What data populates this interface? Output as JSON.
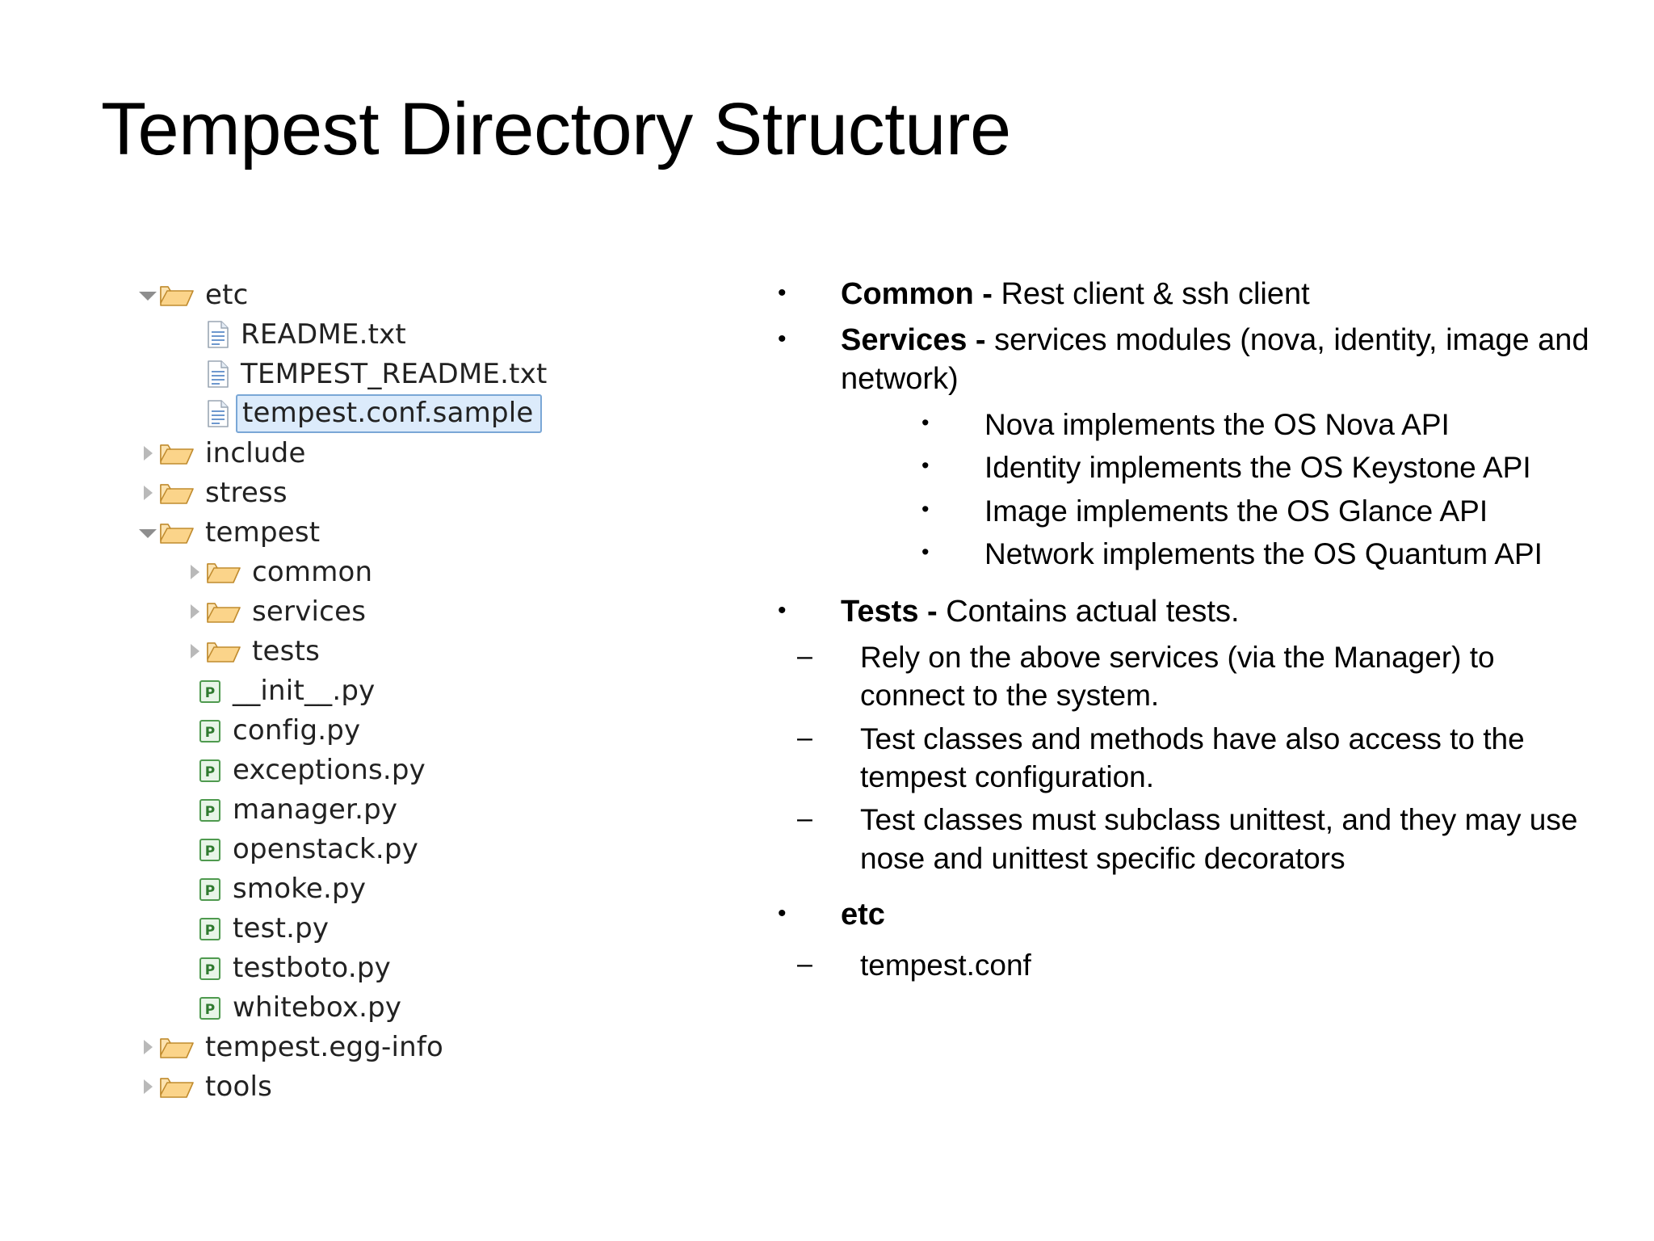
{
  "slide": {
    "title": "Tempest Directory Structure"
  },
  "tree": {
    "items": [
      {
        "label": "etc",
        "icon": "folder-icon",
        "state": "expanded",
        "level": 1,
        "selected": false
      },
      {
        "label": "README.txt",
        "icon": "text-file-icon",
        "state": "leaf",
        "level": 2,
        "selected": false
      },
      {
        "label": "TEMPEST_README.txt",
        "icon": "text-file-icon",
        "state": "leaf",
        "level": 2,
        "selected": false
      },
      {
        "label": "tempest.conf.sample",
        "icon": "text-file-icon",
        "state": "leaf",
        "level": 2,
        "selected": true
      },
      {
        "label": "include",
        "icon": "folder-icon",
        "state": "collapsed",
        "level": 1,
        "selected": false
      },
      {
        "label": "stress",
        "icon": "folder-icon",
        "state": "collapsed",
        "level": 1,
        "selected": false
      },
      {
        "label": "tempest",
        "icon": "folder-icon",
        "state": "expanded",
        "level": 1,
        "selected": false
      },
      {
        "label": "common",
        "icon": "folder-icon",
        "state": "collapsed",
        "level": 2,
        "selected": false
      },
      {
        "label": "services",
        "icon": "folder-icon",
        "state": "collapsed",
        "level": 2,
        "selected": false
      },
      {
        "label": "tests",
        "icon": "folder-icon",
        "state": "collapsed",
        "level": 2,
        "selected": false
      },
      {
        "label": "__init__.py",
        "icon": "python-file-icon",
        "state": "leaf",
        "level": 3,
        "selected": false
      },
      {
        "label": "config.py",
        "icon": "python-file-icon",
        "state": "leaf",
        "level": 3,
        "selected": false
      },
      {
        "label": "exceptions.py",
        "icon": "python-file-icon",
        "state": "leaf",
        "level": 3,
        "selected": false
      },
      {
        "label": "manager.py",
        "icon": "python-file-icon",
        "state": "leaf",
        "level": 3,
        "selected": false
      },
      {
        "label": "openstack.py",
        "icon": "python-file-icon",
        "state": "leaf",
        "level": 3,
        "selected": false
      },
      {
        "label": "smoke.py",
        "icon": "python-file-icon",
        "state": "leaf",
        "level": 3,
        "selected": false
      },
      {
        "label": "test.py",
        "icon": "python-file-icon",
        "state": "leaf",
        "level": 3,
        "selected": false
      },
      {
        "label": "testboto.py",
        "icon": "python-file-icon",
        "state": "leaf",
        "level": 3,
        "selected": false
      },
      {
        "label": "whitebox.py",
        "icon": "python-file-icon",
        "state": "leaf",
        "level": 3,
        "selected": false
      },
      {
        "label": "tempest.egg-info",
        "icon": "folder-icon",
        "state": "collapsed",
        "level": 1,
        "selected": false
      },
      {
        "label": "tools",
        "icon": "folder-icon",
        "state": "collapsed",
        "level": 1,
        "selected": false
      }
    ]
  },
  "bullets": {
    "common": {
      "bold": "Common - ",
      "rest": "Rest client & ssh client"
    },
    "services": {
      "bold": "Services - ",
      "rest": "services modules (nova, identity, image and network)"
    },
    "services_children": [
      "Nova implements the OS Nova API",
      "Identity implements the OS Keystone API",
      "Image implements the OS Glance API",
      "Network implements the OS Quantum API"
    ],
    "tests": {
      "bold": "Tests - ",
      "rest": "Contains actual tests."
    },
    "tests_children": [
      "Rely on the above services (via the Manager) to connect to the system.",
      "Test classes and methods have also access to the tempest configuration.",
      "Test classes must subclass unittest, and they may use nose and unittest specific decorators"
    ],
    "etc": {
      "bold": "etc",
      "rest": ""
    },
    "etc_children": [
      "tempest.conf"
    ],
    "marker_dot": "•",
    "marker_dash": "–"
  },
  "colors": {
    "folder_outline": "#c08b2e",
    "folder_fill": "#fbd48a",
    "python_green": "#4f9a4f",
    "selection_fill": "#dcebfb",
    "selection_border": "#7aa7d6",
    "text": "#222222"
  }
}
